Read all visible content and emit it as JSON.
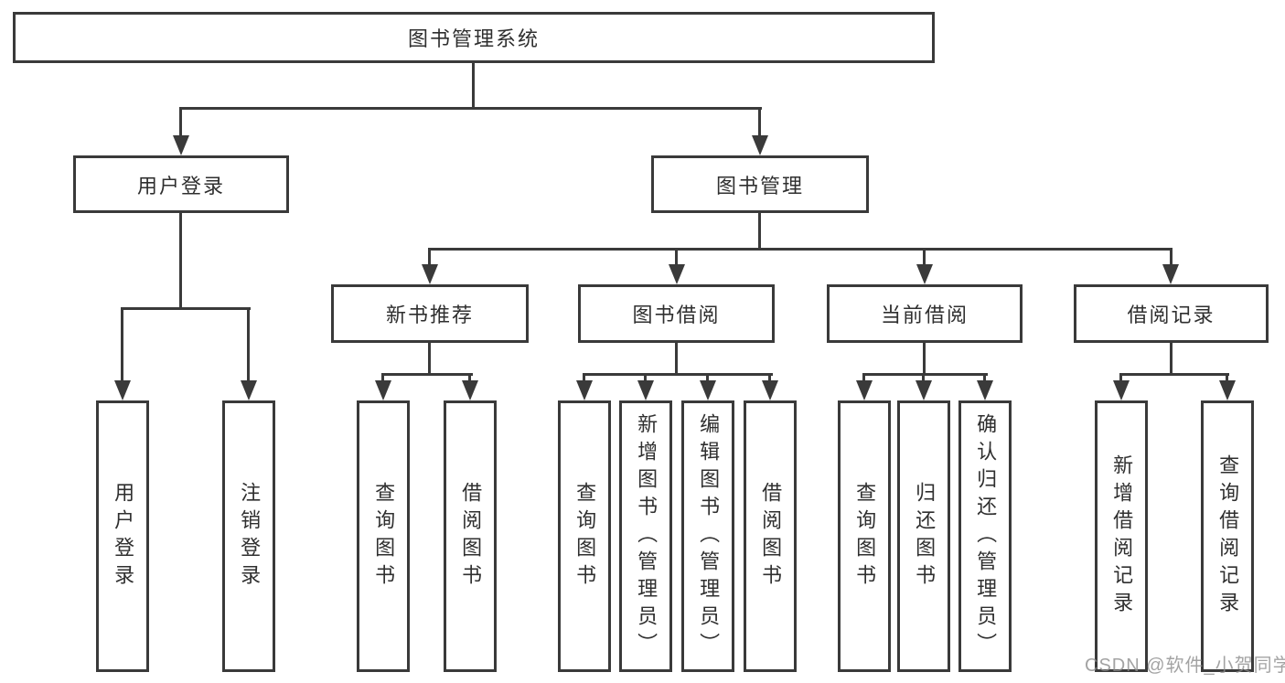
{
  "diagram_title": "图书管理系统",
  "tree": {
    "label": "图书管理系统",
    "children": [
      {
        "label": "用户登录",
        "children": [
          {
            "label": "用户登录"
          },
          {
            "label": "注销登录"
          }
        ]
      },
      {
        "label": "图书管理",
        "children": [
          {
            "label": "新书推荐",
            "children": [
              {
                "label": "查询图书"
              },
              {
                "label": "借阅图书"
              }
            ]
          },
          {
            "label": "图书借阅",
            "children": [
              {
                "label": "查询图书"
              },
              {
                "label": "新增图书（管理员）"
              },
              {
                "label": "编辑图书（管理员）"
              },
              {
                "label": "借阅图书"
              }
            ]
          },
          {
            "label": "当前借阅",
            "children": [
              {
                "label": "查询图书"
              },
              {
                "label": "归还图书"
              },
              {
                "label": "确认归还（管理员）"
              }
            ]
          },
          {
            "label": "借阅记录",
            "children": [
              {
                "label": "新增借阅记录"
              },
              {
                "label": "查询借阅记录"
              }
            ]
          }
        ]
      }
    ]
  },
  "watermark": {
    "text": "CSDN @软件_小贺同学"
  },
  "colors": {
    "line": "#3a3a3a",
    "text": "#2f2f2f",
    "background": "#ffffff",
    "watermark": "#8c8c8c"
  }
}
